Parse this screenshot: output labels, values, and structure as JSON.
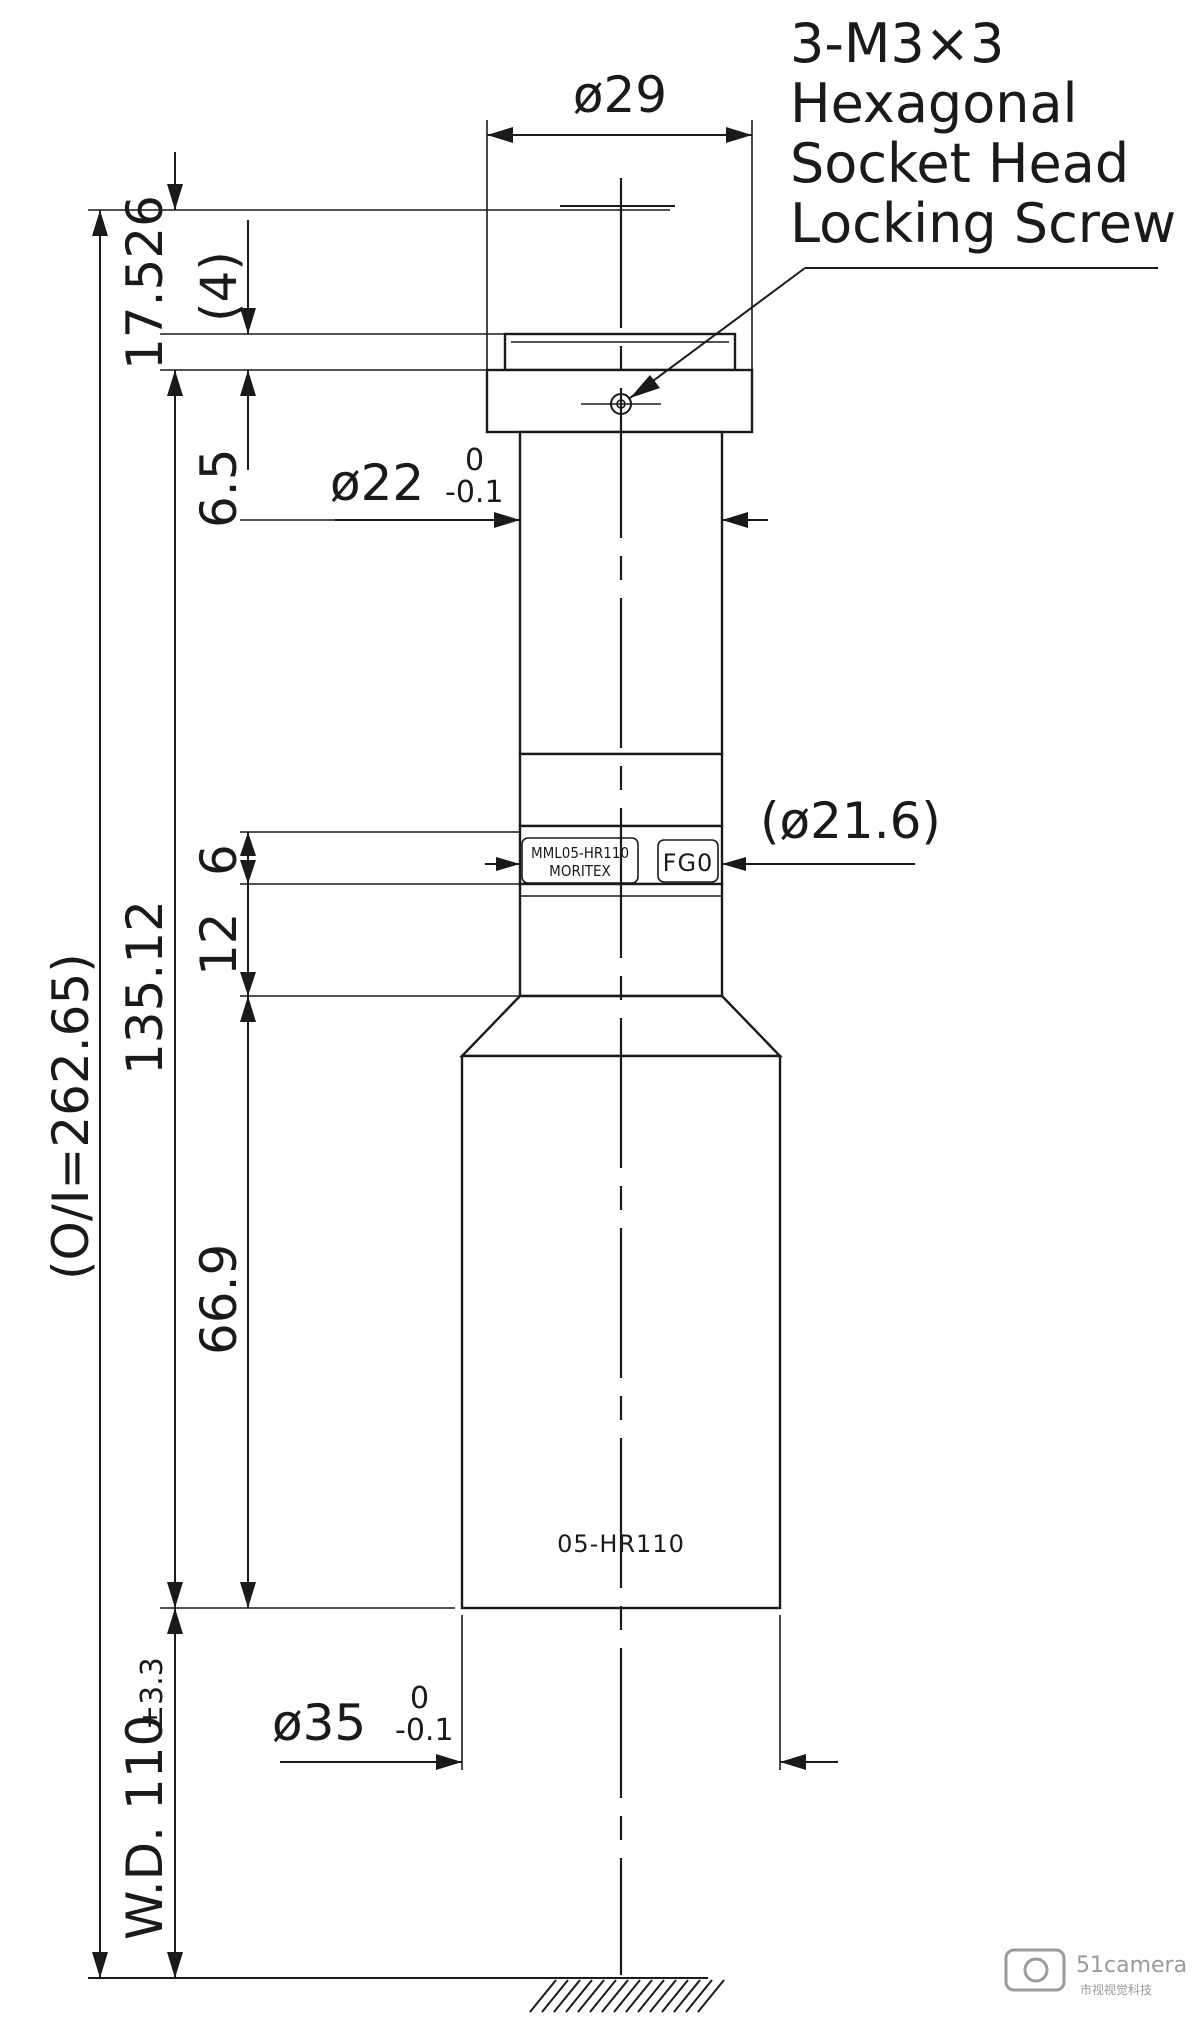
{
  "dimensions": {
    "top_diameter": "ø29",
    "mount_diameter": "ø22",
    "mount_tol_upper": "0",
    "mount_tol_lower": "-0.1",
    "mid_diameter": "(ø21.6)",
    "front_diameter": "ø35",
    "front_tol_upper": "0",
    "front_tol_lower": "-0.1",
    "total_oi": "(O/I=262.65)",
    "body_length": "135.12",
    "top_length": "17.526",
    "flange_height": "(4)",
    "collar_height": "6.5",
    "ring_height": "6",
    "ring2_height": "12",
    "front_length": "66.9",
    "wd_label": "W.D. 110",
    "wd_tol": "±3.3"
  },
  "screw_note": {
    "line1": "3-M3×3",
    "line2": "Hexagonal",
    "line3": "Socket Head",
    "line4": "Locking Screw"
  },
  "lens_markings": {
    "model_line1": "MML05-HR110",
    "model_line2": "MORITEX",
    "focus_label": "FG0",
    "front_label": "05-HR110"
  },
  "watermark": {
    "brand": "51camera",
    "subtitle": "市视视觉科技"
  }
}
